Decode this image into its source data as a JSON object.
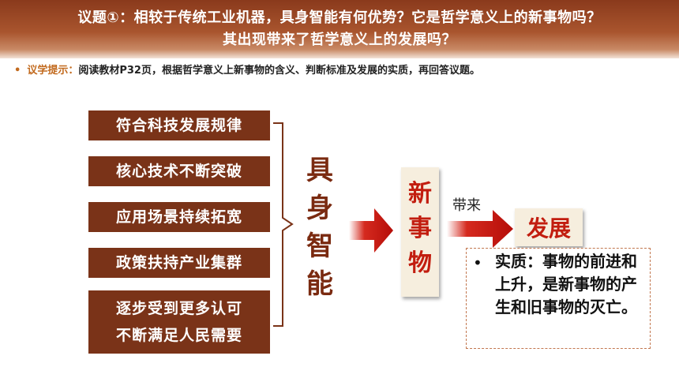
{
  "header": {
    "line1": "议题①：相较于传统工业机器，具身智能有何优势？它是哲学意义上的新事物吗？",
    "line2": "其出现带来了哲学意义上的发展吗？"
  },
  "hint": {
    "bullet": "•",
    "label": "议学提示：",
    "text": "阅读教材P32页，根据哲学意义上新事物的含义、判断标准及发展的实质，再回答议题。"
  },
  "boxes": [
    {
      "text": "符合科技发展规律"
    },
    {
      "text": "核心技术不断突破"
    },
    {
      "text": "应用场景持续拓宽"
    },
    {
      "text": "政策扶持产业集群"
    },
    {
      "line1": "逐步受到更多认可",
      "line2": "不断满足人民需要"
    }
  ],
  "subject": {
    "chars": [
      "具",
      "身",
      "智",
      "能"
    ]
  },
  "new_thing": {
    "chars": [
      "新",
      "事",
      "物"
    ]
  },
  "brings_label": "带来",
  "development": "发展",
  "essence": {
    "bullet": "•",
    "text": "实质：事物的前进和上升，是新事物的产生和旧事物的灭亡。"
  },
  "colors": {
    "box_bg": "#7a3318",
    "arrow_red": "#c8120c",
    "accent_red": "#c21d0f",
    "subject_text": "#7a2a10"
  }
}
